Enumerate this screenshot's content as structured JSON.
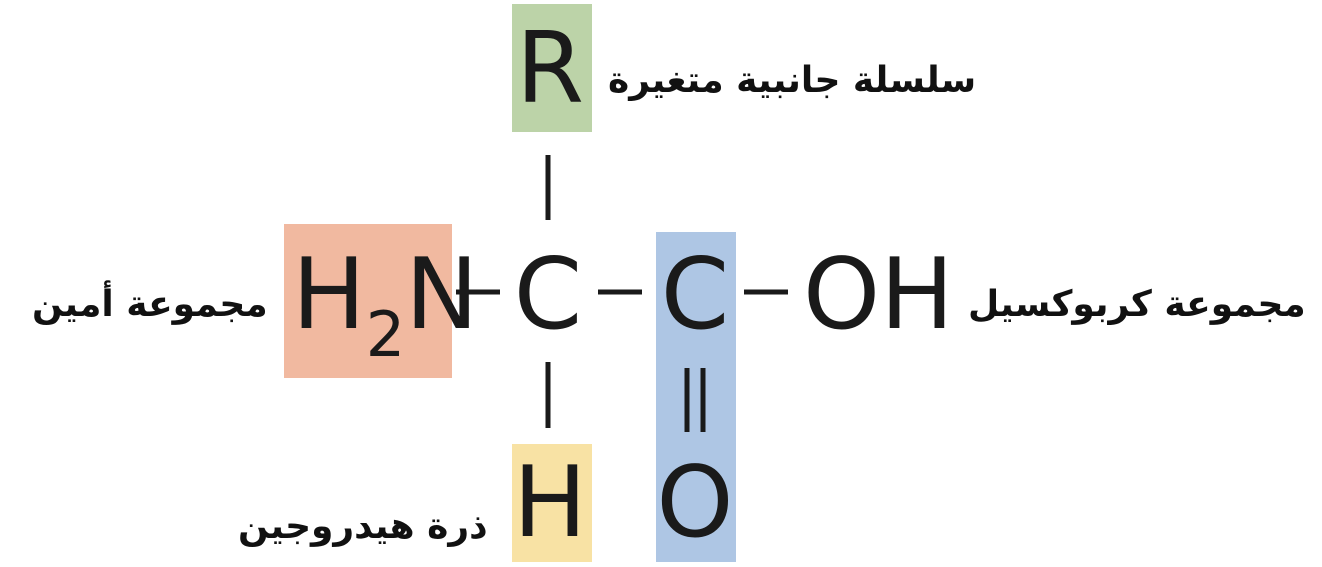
{
  "atoms": {
    "r": "R",
    "amine_h": "H",
    "amine_sub": "2",
    "amine_n": "N",
    "alpha_c": "C",
    "carboxyl_c": "C",
    "hydroxyl": "OH",
    "alpha_h": "H",
    "carbonyl_o": "O"
  },
  "labels": {
    "side_chain": "سلسلة جانبية متغيرة",
    "amine_group": "مجموعة أمين",
    "carboxyl_group": "مجموعة كربوكسيل",
    "hydrogen_atom": "ذرة هيدروجين"
  },
  "colors": {
    "side_chain_box": "#bcd3a8",
    "amine_box": "#f1b9a0",
    "carboxyl_box": "#aec6e4",
    "hydrogen_box": "#f8e2a4"
  }
}
